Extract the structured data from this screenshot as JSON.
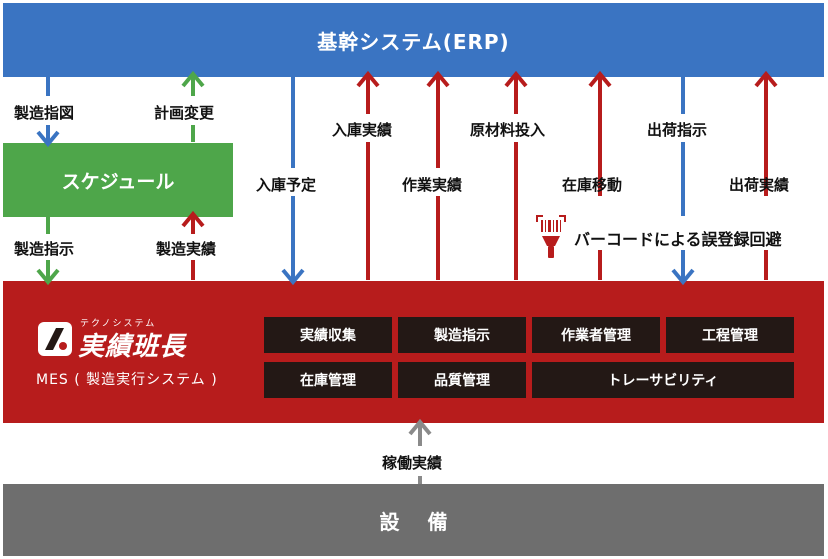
{
  "erp": {
    "label": "基幹システム(ERP)"
  },
  "schedule": {
    "label": "スケジュール"
  },
  "equipment": {
    "label": "設備"
  },
  "arrows": {
    "seizo_shizu": "製造指図",
    "keikaku_henko": "計画変更",
    "seizo_shiji": "製造指示",
    "seizo_jisseki": "製造実績",
    "nyuko_yotei": "入庫予定",
    "nyuko_jisseki": "入庫実績",
    "sagyo_jisseki": "作業実績",
    "genzairyo": "原材料投入",
    "zaiko_ido": "在庫移動",
    "shukka_shiji": "出荷指示",
    "shukka_jisseki": "出荷実績",
    "kado_jisseki": "稼働実績"
  },
  "barcode": {
    "label": "バーコードによる誤登録回避",
    "icon": "barcode-scanner-icon"
  },
  "mes": {
    "logo_ruby": "テクノシステム",
    "logo_text": "実績班長",
    "subtitle": "MES ( 製造実行システム )",
    "modules": [
      "実績収集",
      "製造指示",
      "作業者管理",
      "工程管理",
      "在庫管理",
      "品質管理",
      "トレーサビリティ"
    ]
  },
  "colors": {
    "blue": "#3a74c2",
    "red": "#b71c1c",
    "green": "#4ea64a",
    "gray": "#6e6e6e",
    "dark": "#231815"
  }
}
